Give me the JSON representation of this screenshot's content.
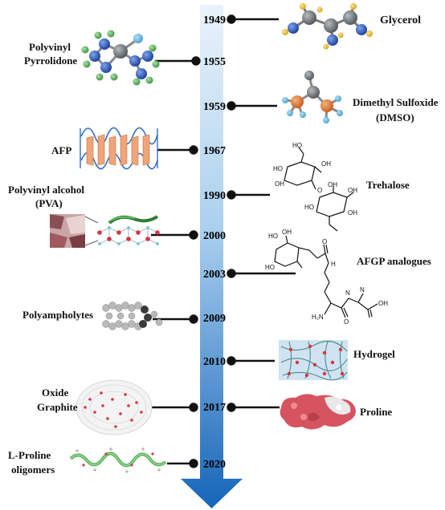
{
  "timeline": {
    "years": [
      "1949",
      "1955",
      "1959",
      "1967",
      "1990",
      "2000",
      "2003",
      "2009",
      "2010",
      "2017",
      "2020"
    ]
  },
  "entries": {
    "glycerol": {
      "label": "Glycerol"
    },
    "pvp": {
      "line1": "Polyvinyl",
      "line2": "Pyrrolidone"
    },
    "dmso": {
      "line1": "Dimethyl Sulfoxide",
      "line2": "(DMSO)"
    },
    "afp": {
      "label": "AFP"
    },
    "trehalose": {
      "label": "Trehalose"
    },
    "pva": {
      "line1": "Polyvinyl alcohol",
      "line2": "(PVA)"
    },
    "afgp": {
      "label": "AFGP analogues"
    },
    "polyampholytes": {
      "label": "Polyampholytes"
    },
    "hydrogel": {
      "label": "Hydrogel"
    },
    "graphite": {
      "line1": "Oxide",
      "line2": "Graphite"
    },
    "proline": {
      "label": "Proline"
    },
    "lproline": {
      "line1": "L-Proline",
      "line2": "oligomers"
    }
  },
  "chem_labels": {
    "ho1": "HO",
    "oh1": "OH",
    "ho2": "HO",
    "oh2": "OH",
    "o1": "O",
    "oh3": "OH",
    "oh4": "OH",
    "ho3": "HO",
    "oh5": "OH",
    "ho4": "HO",
    "oh6": "OH",
    "ho5": "HO",
    "o2": "O",
    "h": "H",
    "n1": "N",
    "h2n": "H₂N",
    "o3": "O",
    "n2": "N",
    "oh7": "OH"
  },
  "colors": {
    "arrow_top": "#eaf3fb",
    "arrow_bottom": "#1565b8",
    "molecule_blue": "#1f4fb0",
    "molecule_green": "#5ab85a",
    "molecule_gray": "#6d7378",
    "molecule_orange": "#e07a35",
    "ribbon_orange": "#f0a578",
    "ribbon_blue": "#2f6fc8",
    "protein_red": "#d6545f",
    "hydrogel_bg": "#cfe3f1"
  }
}
